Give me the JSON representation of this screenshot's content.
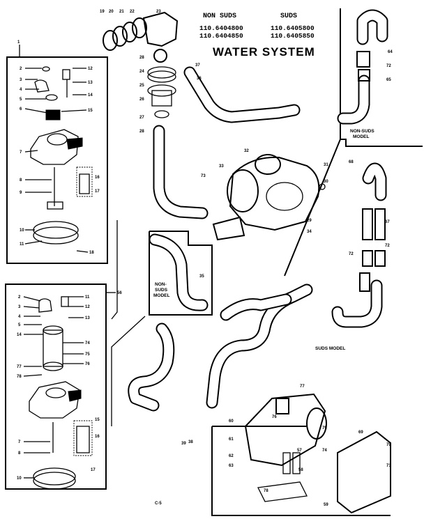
{
  "header": {
    "col1_title": "NON SUDS",
    "col2_title": "SUDS",
    "col1_models": [
      "110.6404800",
      "110.6404850"
    ],
    "col2_models": [
      "110.6405800",
      "110.6405850"
    ],
    "title": "WATER SYSTEM"
  },
  "panel_labels": {
    "non_suds_model_right": [
      "NON-SUDS",
      "MODEL"
    ],
    "non_suds_model_center": [
      "NON-",
      "SUDS",
      "MODEL"
    ],
    "suds_model": "SUDS MODEL"
  },
  "footer": {
    "page": "C-5"
  },
  "callouts": {
    "upper_left_assembly": "1",
    "lower_left_assembly": "56",
    "lower_assembly": "38",
    "top_fittings": [
      "19",
      "20",
      "21",
      "22",
      "23"
    ],
    "valve_stack": [
      "28",
      "24",
      "25",
      "26",
      "27",
      "28"
    ],
    "pump": [
      "73",
      "33",
      "32",
      "31",
      "30",
      "29",
      "34"
    ],
    "suds_hoses": [
      "64",
      "72",
      "65",
      "68",
      "67",
      "72",
      "72"
    ],
    "misc": [
      "37",
      "36",
      "35",
      "39",
      "60",
      "61",
      "62",
      "63",
      "57",
      "58",
      "59",
      "69",
      "70",
      "71",
      "74",
      "75",
      "76",
      "77",
      "78"
    ],
    "left_upper": [
      "2",
      "3",
      "4",
      "5",
      "6",
      "7",
      "8",
      "9",
      "10",
      "11",
      "12",
      "13",
      "14",
      "15",
      "16",
      "17",
      "18"
    ],
    "left_lower": [
      "2",
      "3",
      "4",
      "5",
      "14",
      "77",
      "78",
      "7",
      "8",
      "10",
      "11",
      "12",
      "13",
      "74",
      "75",
      "76",
      "15",
      "16",
      "17"
    ]
  }
}
